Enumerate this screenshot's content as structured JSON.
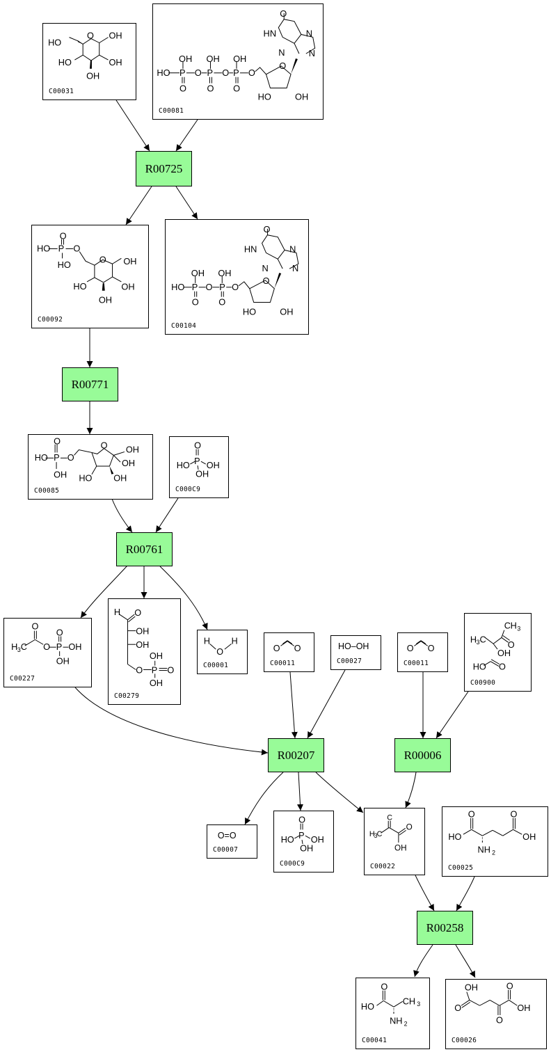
{
  "diagram": {
    "type": "metabolic-pathway",
    "colors": {
      "reaction_fill": "#98fb98",
      "compound_fill": "#ffffff",
      "stroke": "#000000"
    },
    "reactions": [
      {
        "id": "R00725"
      },
      {
        "id": "R00771"
      },
      {
        "id": "R00761"
      },
      {
        "id": "R00207"
      },
      {
        "id": "R00006"
      },
      {
        "id": "R00258"
      }
    ],
    "compounds": [
      {
        "key": "c00031",
        "id": "C00031"
      },
      {
        "key": "c00081",
        "id": "C00081"
      },
      {
        "key": "c00092",
        "id": "C00092"
      },
      {
        "key": "c00104",
        "id": "C00104"
      },
      {
        "key": "c00085",
        "id": "C00085"
      },
      {
        "key": "c00009a",
        "id": "C000C9"
      },
      {
        "key": "c00227",
        "id": "C00227"
      },
      {
        "key": "c00279",
        "id": "C00279"
      },
      {
        "key": "c00001",
        "id": "C00001"
      },
      {
        "key": "c00011a",
        "id": "C00011"
      },
      {
        "key": "c00027",
        "id": "C00027"
      },
      {
        "key": "c00011b",
        "id": "C00011"
      },
      {
        "key": "c00900",
        "id": "C00900"
      },
      {
        "key": "c00007",
        "id": "C00007"
      },
      {
        "key": "c00009b",
        "id": "C000C9"
      },
      {
        "key": "c00022",
        "id": "C00022"
      },
      {
        "key": "c00025",
        "id": "C00025"
      },
      {
        "key": "c00041",
        "id": "C00041"
      },
      {
        "key": "c00026",
        "id": "C00026"
      }
    ],
    "edges": [
      {
        "from": "C00031",
        "to": "R00725"
      },
      {
        "from": "C00081",
        "to": "R00725"
      },
      {
        "from": "R00725",
        "to": "C00092"
      },
      {
        "from": "R00725",
        "to": "C00104"
      },
      {
        "from": "C00092",
        "to": "R00771"
      },
      {
        "from": "R00771",
        "to": "C00085"
      },
      {
        "from": "C00085",
        "to": "R00761"
      },
      {
        "from": "C000C9",
        "to": "R00761"
      },
      {
        "from": "R00761",
        "to": "C00227"
      },
      {
        "from": "R00761",
        "to": "C00279"
      },
      {
        "from": "R00761",
        "to": "C00001"
      },
      {
        "from": "C00227",
        "to": "R00207"
      },
      {
        "from": "C00011",
        "to": "R00207"
      },
      {
        "from": "C00027",
        "to": "R00207"
      },
      {
        "from": "C00011",
        "to": "R00006"
      },
      {
        "from": "C00900",
        "to": "R00006"
      },
      {
        "from": "R00207",
        "to": "C00007"
      },
      {
        "from": "R00207",
        "to": "C000C9"
      },
      {
        "from": "R00207",
        "to": "C00022"
      },
      {
        "from": "R00006",
        "to": "C00022"
      },
      {
        "from": "C00022",
        "to": "R00258"
      },
      {
        "from": "C00025",
        "to": "R00258"
      },
      {
        "from": "R00258",
        "to": "C00041"
      },
      {
        "from": "R00258",
        "to": "C00026"
      }
    ],
    "atom_labels": {
      "OH": "OH",
      "HO": "HO",
      "O": "O",
      "P": "P",
      "N": "N",
      "HN": "HN",
      "H": "H",
      "CH3": "CH",
      "H3C": "H",
      "NH2": "NH",
      "sub3": "3",
      "sub2": "2",
      "C": "C",
      "HOOH": "HO–OH",
      "OO": "O=O"
    }
  }
}
